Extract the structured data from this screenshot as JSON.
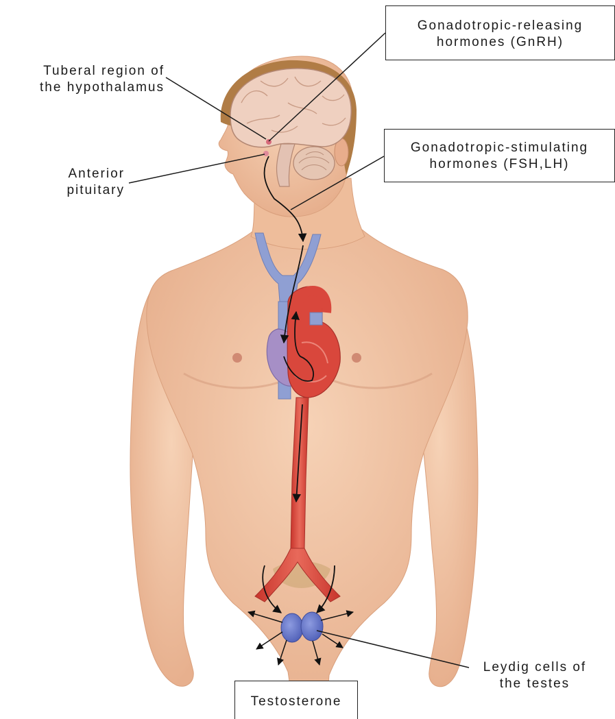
{
  "labels": {
    "gnrh_line1": "Gonadotropic-releasing",
    "gnrh_line2": "hormones (GnRH)",
    "tuberal_line1": "Tuberal region of",
    "tuberal_line2": "the hypothalamus",
    "fsh_line1": "Gonadotropic-stimulating",
    "fsh_line2": "hormones (FSH,LH)",
    "pituitary_line1": "Anterior",
    "pituitary_line2": "pituitary",
    "leydig_line1": "Leydig cells of",
    "leydig_line2": "the testes",
    "testosterone": "Testosterone"
  },
  "colors": {
    "skin": "#f2c7a6",
    "skin_shadow": "#e3a985",
    "hair": "#b07c45",
    "brain": "#efd0c0",
    "brain_fold": "#c99c86",
    "artery": "#d9473c",
    "vein": "#8f9fd3",
    "heart_right": "#a68fc6",
    "testes": "#6577c9",
    "leader_line": "#1a1a1a"
  }
}
